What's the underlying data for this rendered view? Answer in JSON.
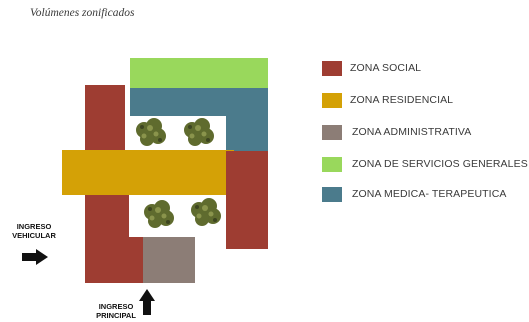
{
  "title": "Volúmenes zonificados",
  "colors": {
    "social": "#9e3d32",
    "residencial": "#d4a106",
    "administrativa": "#8c7d76",
    "servicios_generales": "#99d85c",
    "medica_terapeutica": "#4b7b8c",
    "vegetation": "#5f6b2e",
    "arrow": "#111111"
  },
  "legend": [
    {
      "label": "ZONA SOCIAL",
      "color": "#9e3d32"
    },
    {
      "label": "ZONA RESIDENCIAL",
      "color": "#d4a106"
    },
    {
      "label": "ZONA ADMINISTRATIVA",
      "color": "#8c7d76"
    },
    {
      "label": "ZONA DE SERVICIOS GENERALES",
      "color": "#99d85c"
    },
    {
      "label": "ZONA MEDICA- TERAPEUTICA",
      "color": "#4b7b8c"
    }
  ],
  "entrances": {
    "vehicular": "INGRESO VEHICULAR",
    "principal": "INGRESO PRINCIPAL"
  }
}
